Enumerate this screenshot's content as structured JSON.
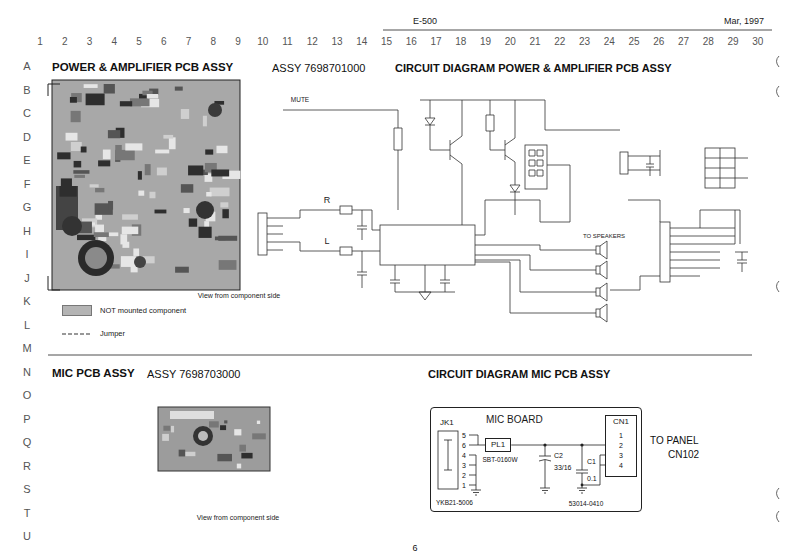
{
  "diagram": {
    "nodes": [
      {
        "text": [
          "MIC BOARD"
        ]
      },
      {
        "text": [
          "PL1"
        ],
        "in": 0
      },
      {
        "text": [
          "CN1"
        ],
        "in": 0
      }
    ],
    "edges": [
      {
        "from": 1,
        "to": 2,
        "arrow": "none"
      }
    ],
    "labels": [
      "E-500",
      "Mar, 1997",
      "1",
      "2",
      "3",
      "4",
      "5",
      "6",
      "7",
      "8",
      "9",
      "10",
      "11",
      "12",
      "13",
      "14",
      "15",
      "16",
      "17",
      "18",
      "19",
      "20",
      "21",
      "22",
      "23",
      "24",
      "25",
      "26",
      "27",
      "28",
      "29",
      "30",
      "A",
      "B",
      "C",
      "D",
      "E",
      "F",
      "G",
      "H",
      "I",
      "J",
      "K",
      "L",
      "M",
      "N",
      "O",
      "P",
      "Q",
      "R",
      "S",
      "T",
      "U",
      "POWER & AMPLIFIER PCB ASSY",
      "ASSY 7698701000",
      "CIRCUIT DIAGRAM POWER & AMPLIFIER PCB ASSY",
      "View from component side",
      "MUTE",
      "R",
      "L",
      "TO SPEAKERS",
      "MIC PCB ASSY",
      "ASSY 7698703000",
      "CIRCUIT DIAGRAM MIC PCB ASSY",
      "View from component side",
      "JK1",
      "5",
      "6",
      "4",
      "3",
      "2",
      "1",
      "YKB21-5006",
      "SBT-0160W",
      "C2",
      "33/16",
      "C1",
      "0.1",
      "1",
      "2",
      "3",
      "4",
      "53014-0410",
      "TO PANEL",
      "CN102",
      "6"
    ],
    "legend": [
      {
        "text": "NOT mounted component",
        "color": "#b4b4b4"
      },
      {
        "text": "Jumper"
      }
    ]
  }
}
